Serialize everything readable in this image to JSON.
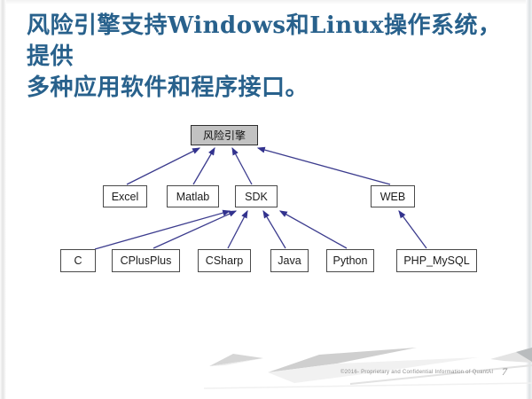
{
  "slide": {
    "title": {
      "line1": "风险引擎支持Windows和Linux操作系统，提供",
      "line2": "多种应用软件和程序接口。",
      "color": "#28618c"
    }
  },
  "diagram": {
    "nodes": {
      "engine": {
        "label": "风险引擎"
      },
      "excel": {
        "label": "Excel"
      },
      "matlab": {
        "label": "Matlab"
      },
      "sdk": {
        "label": "SDK"
      },
      "web": {
        "label": "WEB"
      },
      "c": {
        "label": "C"
      },
      "cplusplus": {
        "label": "CPlusPlus"
      },
      "csharp": {
        "label": "CSharp"
      },
      "java": {
        "label": "Java"
      },
      "python": {
        "label": "Python"
      },
      "php_mysql": {
        "label": "PHP_MySQL"
      }
    },
    "edges": [
      {
        "from": "Excel",
        "to": "风险引擎"
      },
      {
        "from": "Matlab",
        "to": "风险引擎"
      },
      {
        "from": "SDK",
        "to": "风险引擎"
      },
      {
        "from": "WEB",
        "to": "风险引擎"
      },
      {
        "from": "C",
        "to": "SDK"
      },
      {
        "from": "CPlusPlus",
        "to": "SDK"
      },
      {
        "from": "CSharp",
        "to": "SDK"
      },
      {
        "from": "Java",
        "to": "SDK"
      },
      {
        "from": "Python",
        "to": "SDK"
      },
      {
        "from": "PHP_MySQL",
        "to": "WEB"
      }
    ],
    "colors": {
      "arrow": "#32328e",
      "root_fill": "#c2c2c2",
      "box_border": "#4a4a4a",
      "box_fill": "#ffffff"
    }
  },
  "footer": {
    "copyright": "©2016- Proprietary and Confidential Information of QuantAI",
    "page": "7"
  }
}
